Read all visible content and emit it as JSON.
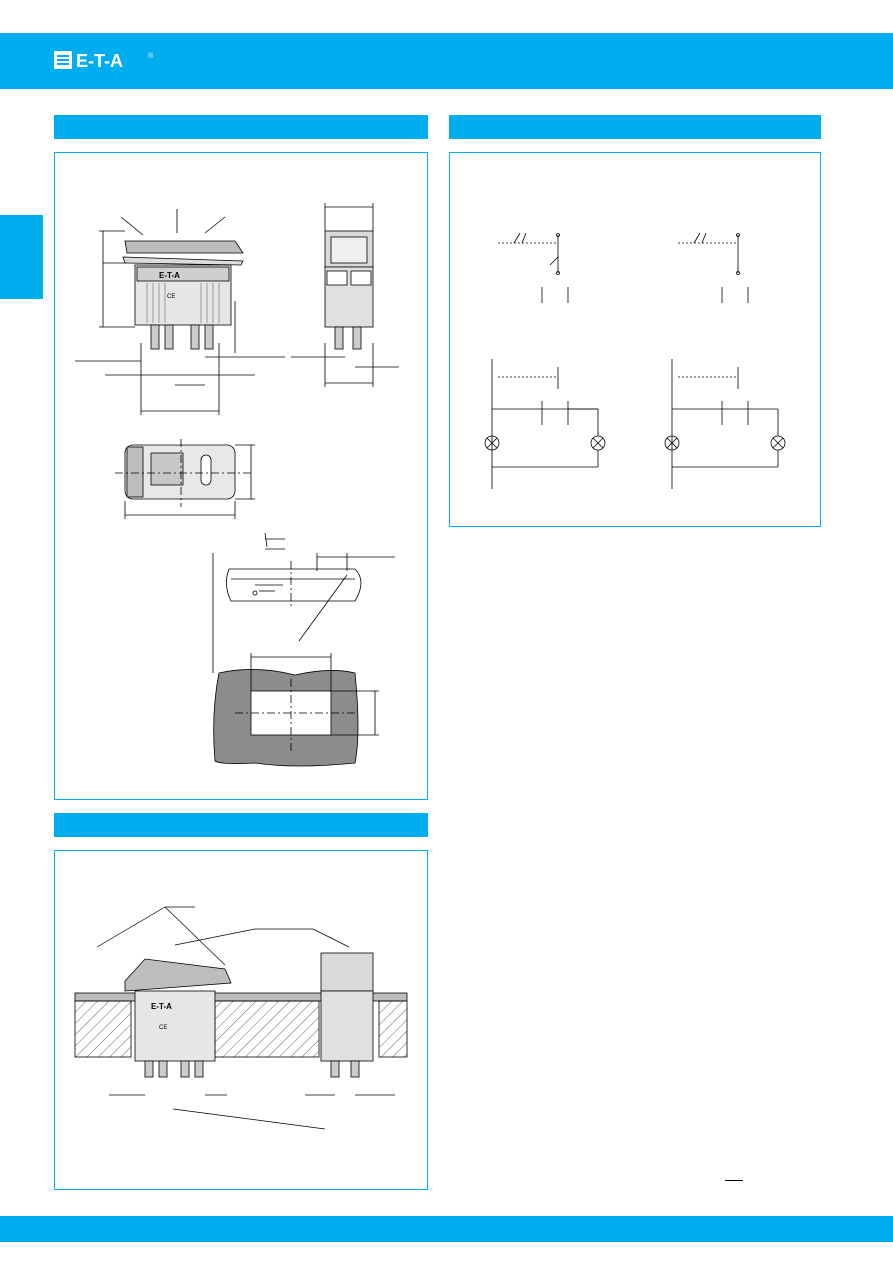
{
  "brand": {
    "logo_text": "E-T-A",
    "color_accent": "#00aeef",
    "color_gray": "#8c8c8c"
  },
  "drawing_labels": {
    "switch_logo": "E-T-A",
    "ce_mark": "CE"
  },
  "icons": [
    "eta-logo-icon"
  ]
}
